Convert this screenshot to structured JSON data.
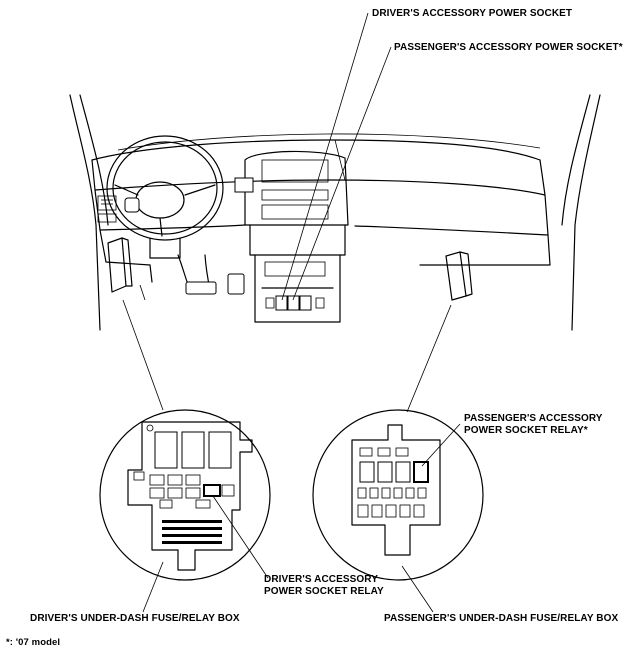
{
  "labels": {
    "drivers_accessory_power_socket": "DRIVER'S ACCESSORY POWER SOCKET",
    "passengers_accessory_power_socket": "PASSENGER'S ACCESSORY POWER SOCKET*",
    "passengers_relay_line1": "PASSENGER'S ACCESSORY",
    "passengers_relay_line2": "POWER SOCKET RELAY*",
    "drivers_relay_line1": "DRIVER'S ACCESSORY",
    "drivers_relay_line2": "POWER SOCKET RELAY",
    "drivers_fuse_box": "DRIVER'S UNDER-DASH FUSE/RELAY BOX",
    "passengers_fuse_box": "PASSENGER'S UNDER-DASH FUSE/RELAY BOX",
    "footnote": "*: '07 model"
  }
}
